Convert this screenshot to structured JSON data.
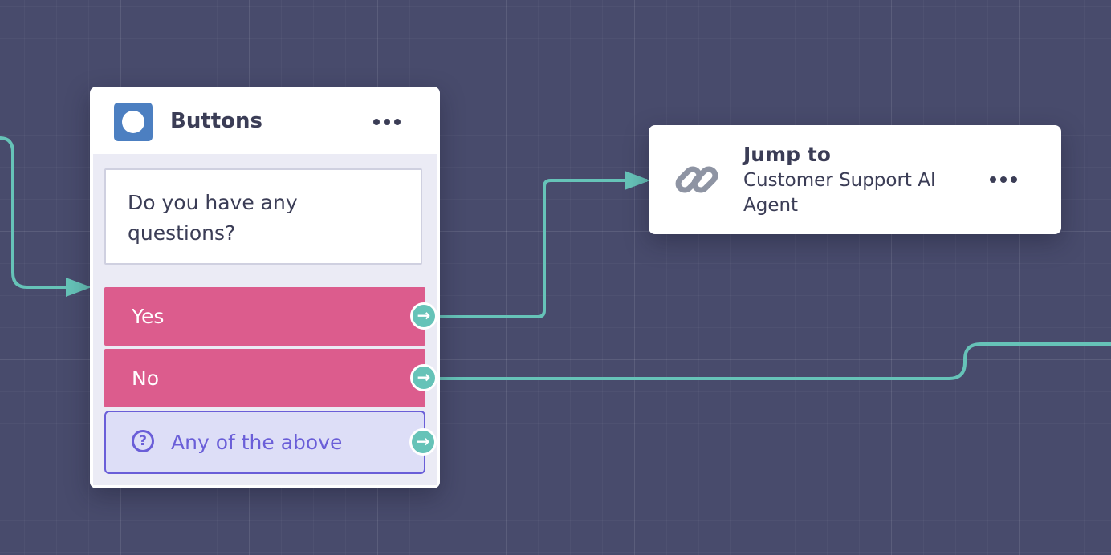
{
  "buttons_node": {
    "title": "Buttons",
    "icon": "circle-icon",
    "message": "Do you have any questions?",
    "choices": [
      {
        "label": "Yes"
      },
      {
        "label": "No"
      },
      {
        "label": "Any of the above",
        "icon": "question-circle-icon"
      }
    ],
    "port_icon": "→"
  },
  "jump_node": {
    "title": "Jump to",
    "target": "Customer Support AI Agent",
    "icon": "link-icon"
  },
  "colors": {
    "canvas_background": "#484b6c",
    "connector": "#66c3b8",
    "choice_primary": "#dc5c8d",
    "choice_fallback": "#6a5ed8",
    "node_icon": "#4c7fc1"
  }
}
